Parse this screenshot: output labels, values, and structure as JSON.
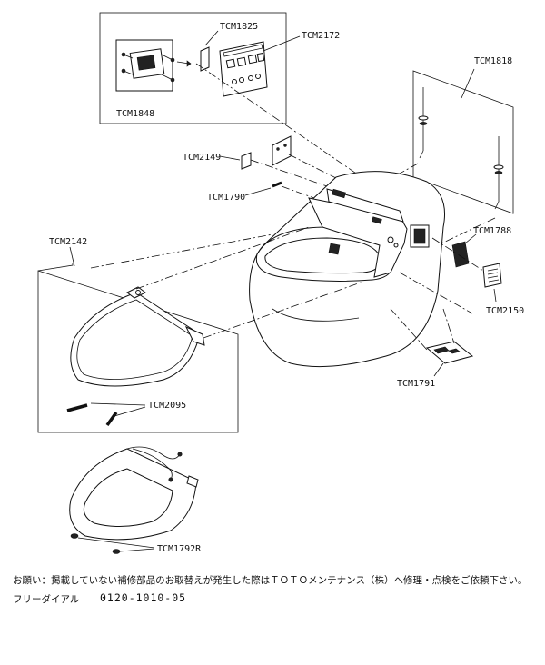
{
  "parts": {
    "tcm1825": "TCM1825",
    "tcm2172": "TCM2172",
    "tcm1848": "TCM1848",
    "tcm1818": "TCM1818",
    "tcm2149": "TCM2149",
    "tcm1790": "TCM1790",
    "tcm1788": "TCM1788",
    "tcm2150": "TCM2150",
    "tcm1791": "TCM1791",
    "tcm2142": "TCM2142",
    "tcm2095": "TCM2095",
    "tcm1792r": "TCM1792R"
  },
  "footer": {
    "notice": "お願い：掲載していない補修部品のお取替えが発生した際はＴＯＴＯメンテナンス（株）へ修理・点検をご依頼下さい。",
    "phone_label": "フリーダイアル",
    "phone_number": "0120-1010-05"
  }
}
